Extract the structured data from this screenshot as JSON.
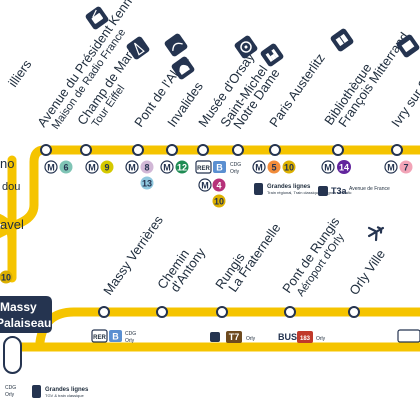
{
  "line_color": "#f5c400",
  "navy": "#253450",
  "top_stations": [
    {
      "name": "Javel"
    },
    {
      "name": "Avenue du Président Kennedy",
      "sub": "Maison de Radio France"
    },
    {
      "name": "Champ de Mars",
      "sub": "Tour Eiffel"
    },
    {
      "name": "Pont de l'Alma"
    },
    {
      "name": "Invalides"
    },
    {
      "name": "Musée d'Orsay"
    },
    {
      "name": "Saint-Michel Notre Dame"
    },
    {
      "name": "Paris Austerlitz"
    },
    {
      "name": "Bibliothèque François Mitterrand"
    },
    {
      "name": "Ivry sur Seine"
    }
  ],
  "bottom_stations": [
    {
      "name": "Massy Verrières"
    },
    {
      "name": "Chemin d'Antony"
    },
    {
      "name": "Rungis La Fraternelle"
    },
    {
      "name": "Pont de Rungis",
      "sub": "Aéroport d'Orly"
    },
    {
      "name": "Orly Ville"
    }
  ],
  "left_labels": {
    "top": "illiers",
    "mid_a": "no",
    "mid_b": "dou",
    "mid_c": "avel"
  },
  "terminus": {
    "line1": "Massy",
    "line2": "Palaiseau"
  },
  "metro": {
    "symbol": "M",
    "l6": "6",
    "l9": "9",
    "l8": "8",
    "l13": "13",
    "l12": "12",
    "l4": "4",
    "l10": "10",
    "l5": "5",
    "l14": "14",
    "l7": "7"
  },
  "labels": {
    "rer": "RER",
    "rer_b": "B",
    "cdg": "CDG",
    "orly": "Orly",
    "grandes_lignes": "Grandes lignes",
    "grandes_lignes_desc": "Train régional, Train classique et lignes de trafic",
    "grandes_lignes_bottom": "Grandes lignes",
    "grandes_lignes_bottom_desc": "TGV & train classique",
    "t3a": "T3a",
    "t3a_desc": "Avenue de France",
    "tram_t7": "T7",
    "bus": "BUS",
    "bus_num": "183",
    "left_ten": "10",
    "left_cdg": "CDG",
    "left_orly": "Orly"
  },
  "icon_names": [
    "radio-icon",
    "eiffel-tower-icon",
    "bridge-icon",
    "invalides-dome-icon",
    "museum-icon",
    "notre-dame-icon",
    "library-icon",
    "airplane-icon"
  ]
}
